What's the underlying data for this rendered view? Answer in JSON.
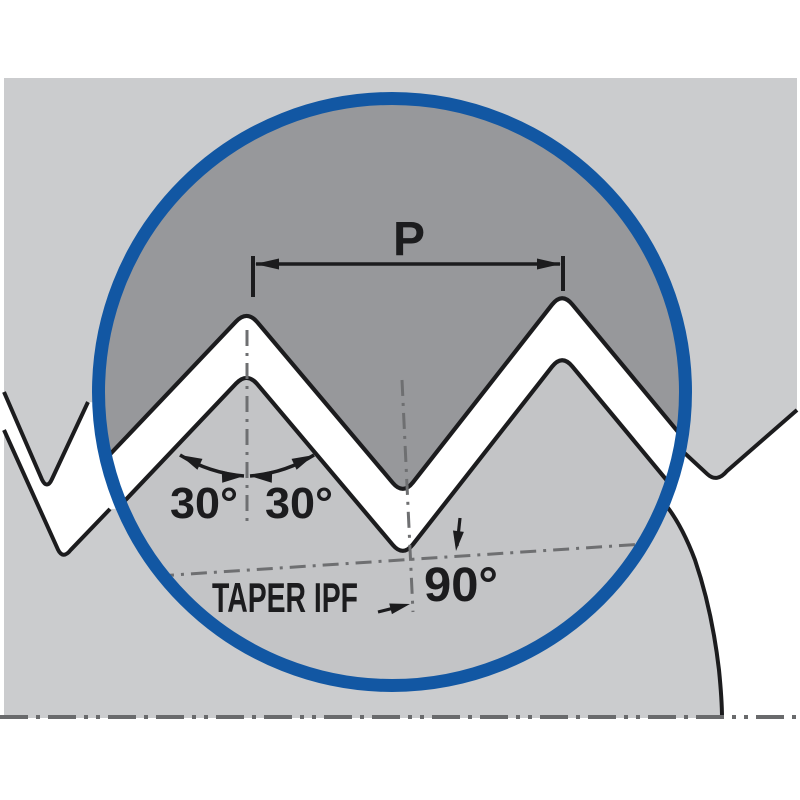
{
  "diagram": {
    "labels": {
      "pitch": "P",
      "flank_angle_left": "30°",
      "flank_angle_right": "30°",
      "taper": "TAPER IPF",
      "perpendicular_angle": "90°"
    },
    "colors": {
      "magnifier_ring": "#1257a3",
      "magnified_upper_material": "#97989b",
      "magnified_lower_material": "#c3c4c6",
      "outside_material": "#cbccce",
      "thread_gap": "#ffffff",
      "outline": "#1c1c1e",
      "construction_line": "#6e6f71",
      "text": "#1c1c1e"
    }
  }
}
